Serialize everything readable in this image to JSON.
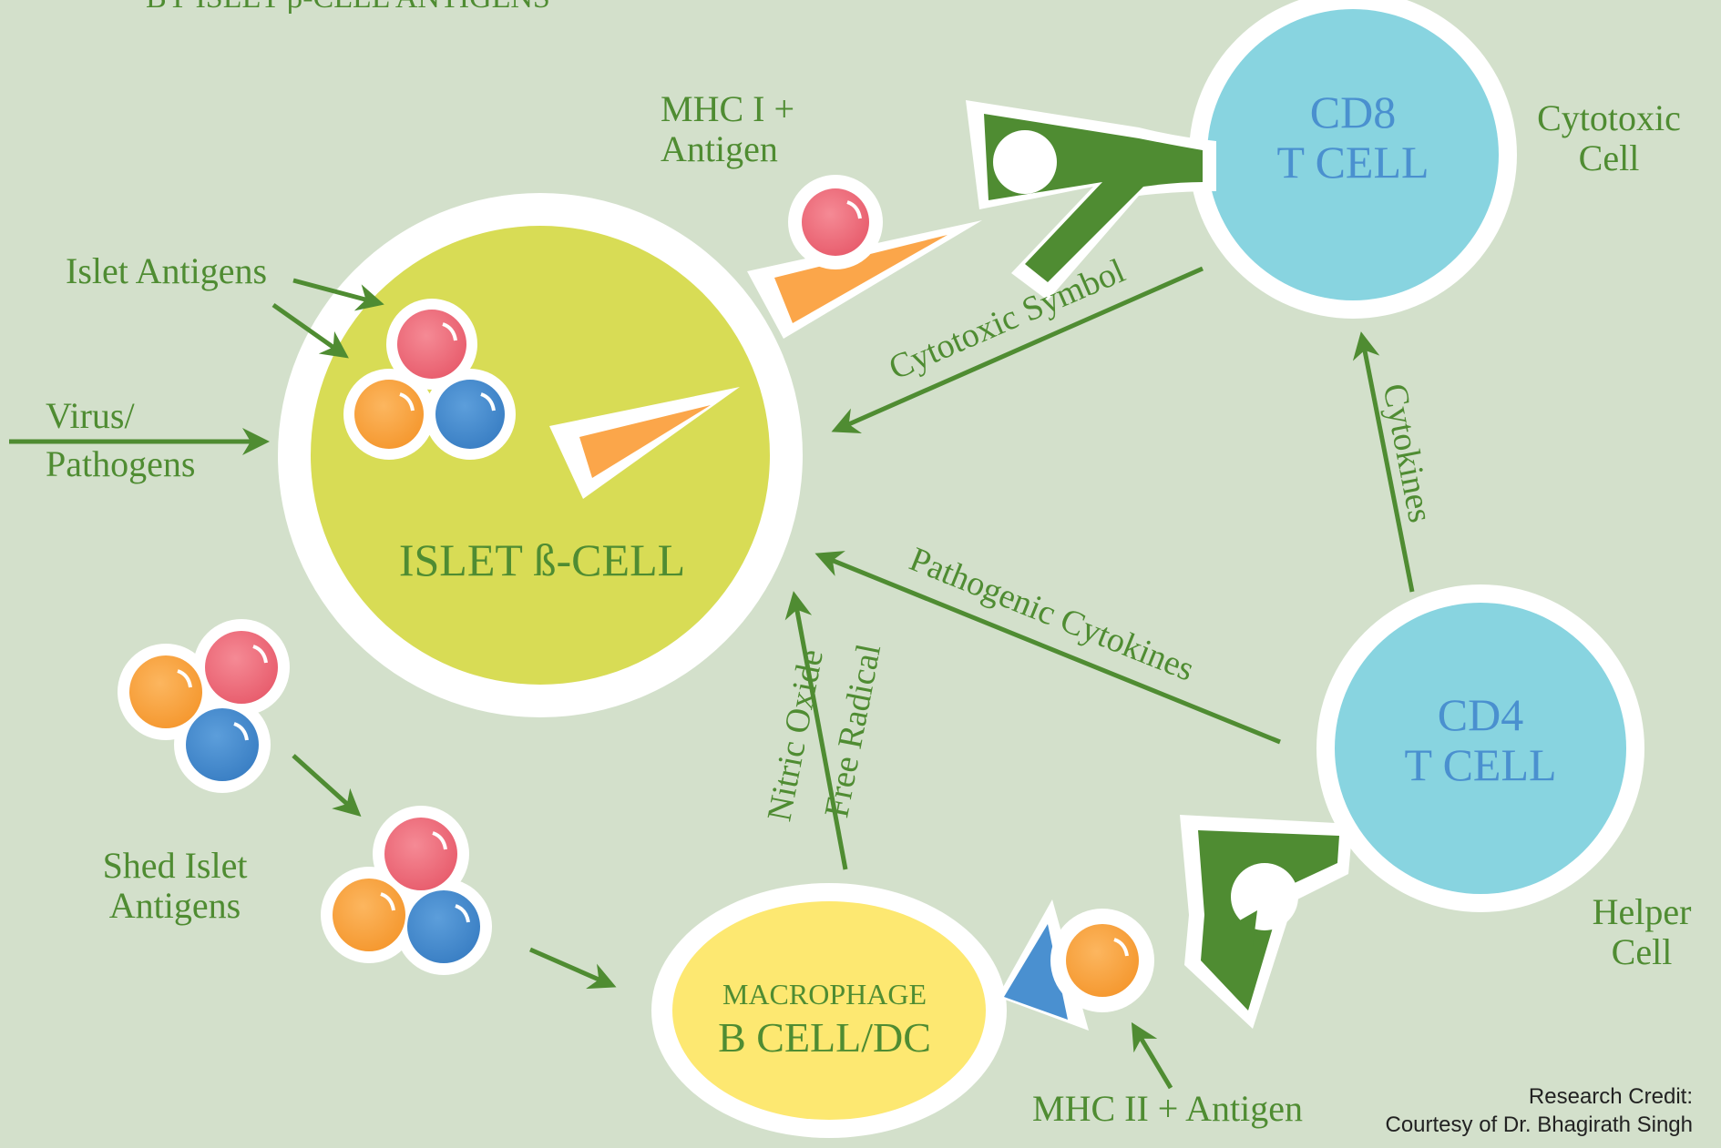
{
  "header": {
    "title_fragment": "BY ISLET β-CELL ANTIGENS"
  },
  "cells": {
    "islet": "ISLET ß-CELL",
    "cd8_line1": "CD8",
    "cd8_line2": "T CELL",
    "cd4_line1": "CD4",
    "cd4_line2": "T CELL",
    "macrophage_line1": "MACROPHAGE",
    "macrophage_line2": "B CELL/DC"
  },
  "labels": {
    "mhc1_line1": "MHC I +",
    "mhc1_line2": "Antigen",
    "islet_antigens": "Islet Antigens",
    "virus_line1": "Virus/",
    "virus_line2": "Pathogens",
    "cytotoxic_line1": "Cytotoxic",
    "cytotoxic_line2": "Cell",
    "helper_line1": "Helper",
    "helper_line2": "Cell",
    "shed_line1": "Shed Islet",
    "shed_line2": "Antigens",
    "mhc2": "MHC II + Antigen"
  },
  "arrows": {
    "cytotoxic_symbol": "Cytotoxic Symbol",
    "cytokines": "Cytokines",
    "pathogenic_cytokines": "Pathogenic Cytokines",
    "nitric_oxide": "Nitric Oxide",
    "free_radical": "Free Radical"
  },
  "credit": {
    "line1": "Research Credit:",
    "line2": "Courtesy of Dr. Bhagirath Singh"
  },
  "colors": {
    "background": "#d3e0cb",
    "islet_cell": "#d8dc55",
    "t_cell": "#88d4e0",
    "macrophage": "#fde871",
    "receptor_green": "#4f8c32",
    "label_green": "#4f8c32",
    "antigen_pink": "#f0707e",
    "antigen_orange": "#fba64a",
    "antigen_blue": "#4a90d0"
  }
}
